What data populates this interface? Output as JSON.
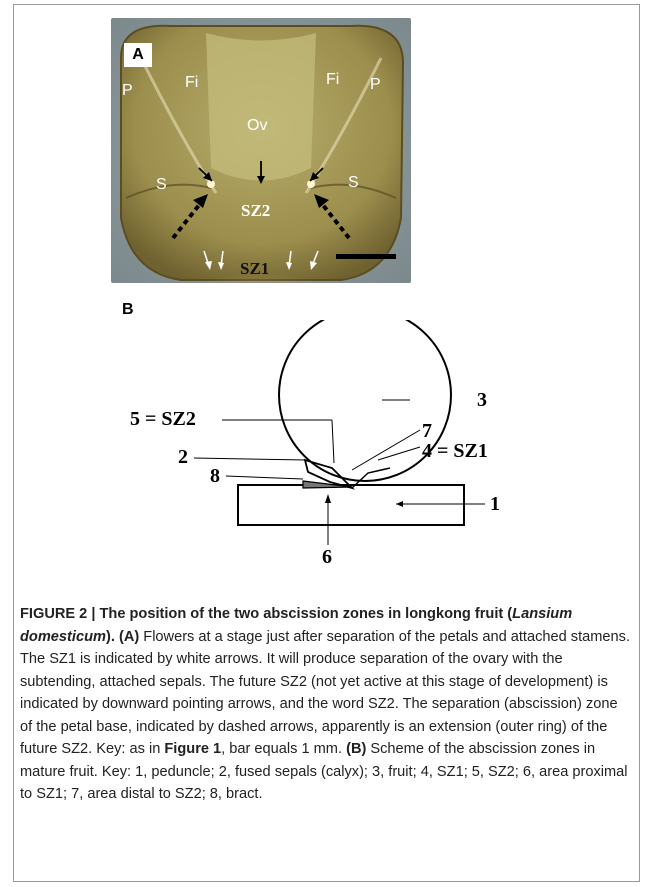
{
  "panel_a": {
    "letter": "A",
    "labels": {
      "p_left": "P",
      "fi_left": "Fi",
      "fi_right": "Fi",
      "p_right": "P",
      "ov": "Ov",
      "s_left": "S",
      "s_right": "S",
      "sz2": "SZ2",
      "sz1": "SZ1"
    },
    "colors": {
      "background": "#8a9aa0",
      "tissue": "#a89a5a",
      "ovary": "#c6bf7a",
      "sz1": "#c8925a"
    }
  },
  "panel_b": {
    "letter": "B",
    "labels": {
      "n3": "3",
      "sz2_label": "5 = SZ2",
      "n7": "7",
      "n2": "2",
      "sz1_label": "4 = SZ1",
      "n8": "8",
      "n1": "1",
      "n6": "6"
    }
  },
  "caption": {
    "title": "FIGURE 2 | The position of the two abscission zones in longkong fruit (",
    "species": "Lansium domesticum",
    "title_end": ").",
    "a_tag": "(A)",
    "a_text": " Flowers at a stage just after separation of the petals and attached stamens. The SZ1 is indicated by white arrows. It will produce separation of the ovary with the subtending, attached sepals. The future SZ2 (not yet active at this stage of development) is indicated by downward pointing arrows, and the word SZ2. The separation (abscission) zone of the petal base, indicated by dashed arrows, apparently is an extension (outer ring) of the future SZ2. Key: as in ",
    "figure_ref": "Figure 1",
    "a_text_end": ", bar equals 1 mm. ",
    "b_tag": "(B)",
    "b_text": " Scheme of the abscission zones in mature fruit. Key: 1, peduncle; 2, fused sepals (calyx); 3, fruit; 4, SZ1; 5, SZ2; 6, area proximal to SZ1; 7, area distal to SZ2; 8, bract."
  }
}
